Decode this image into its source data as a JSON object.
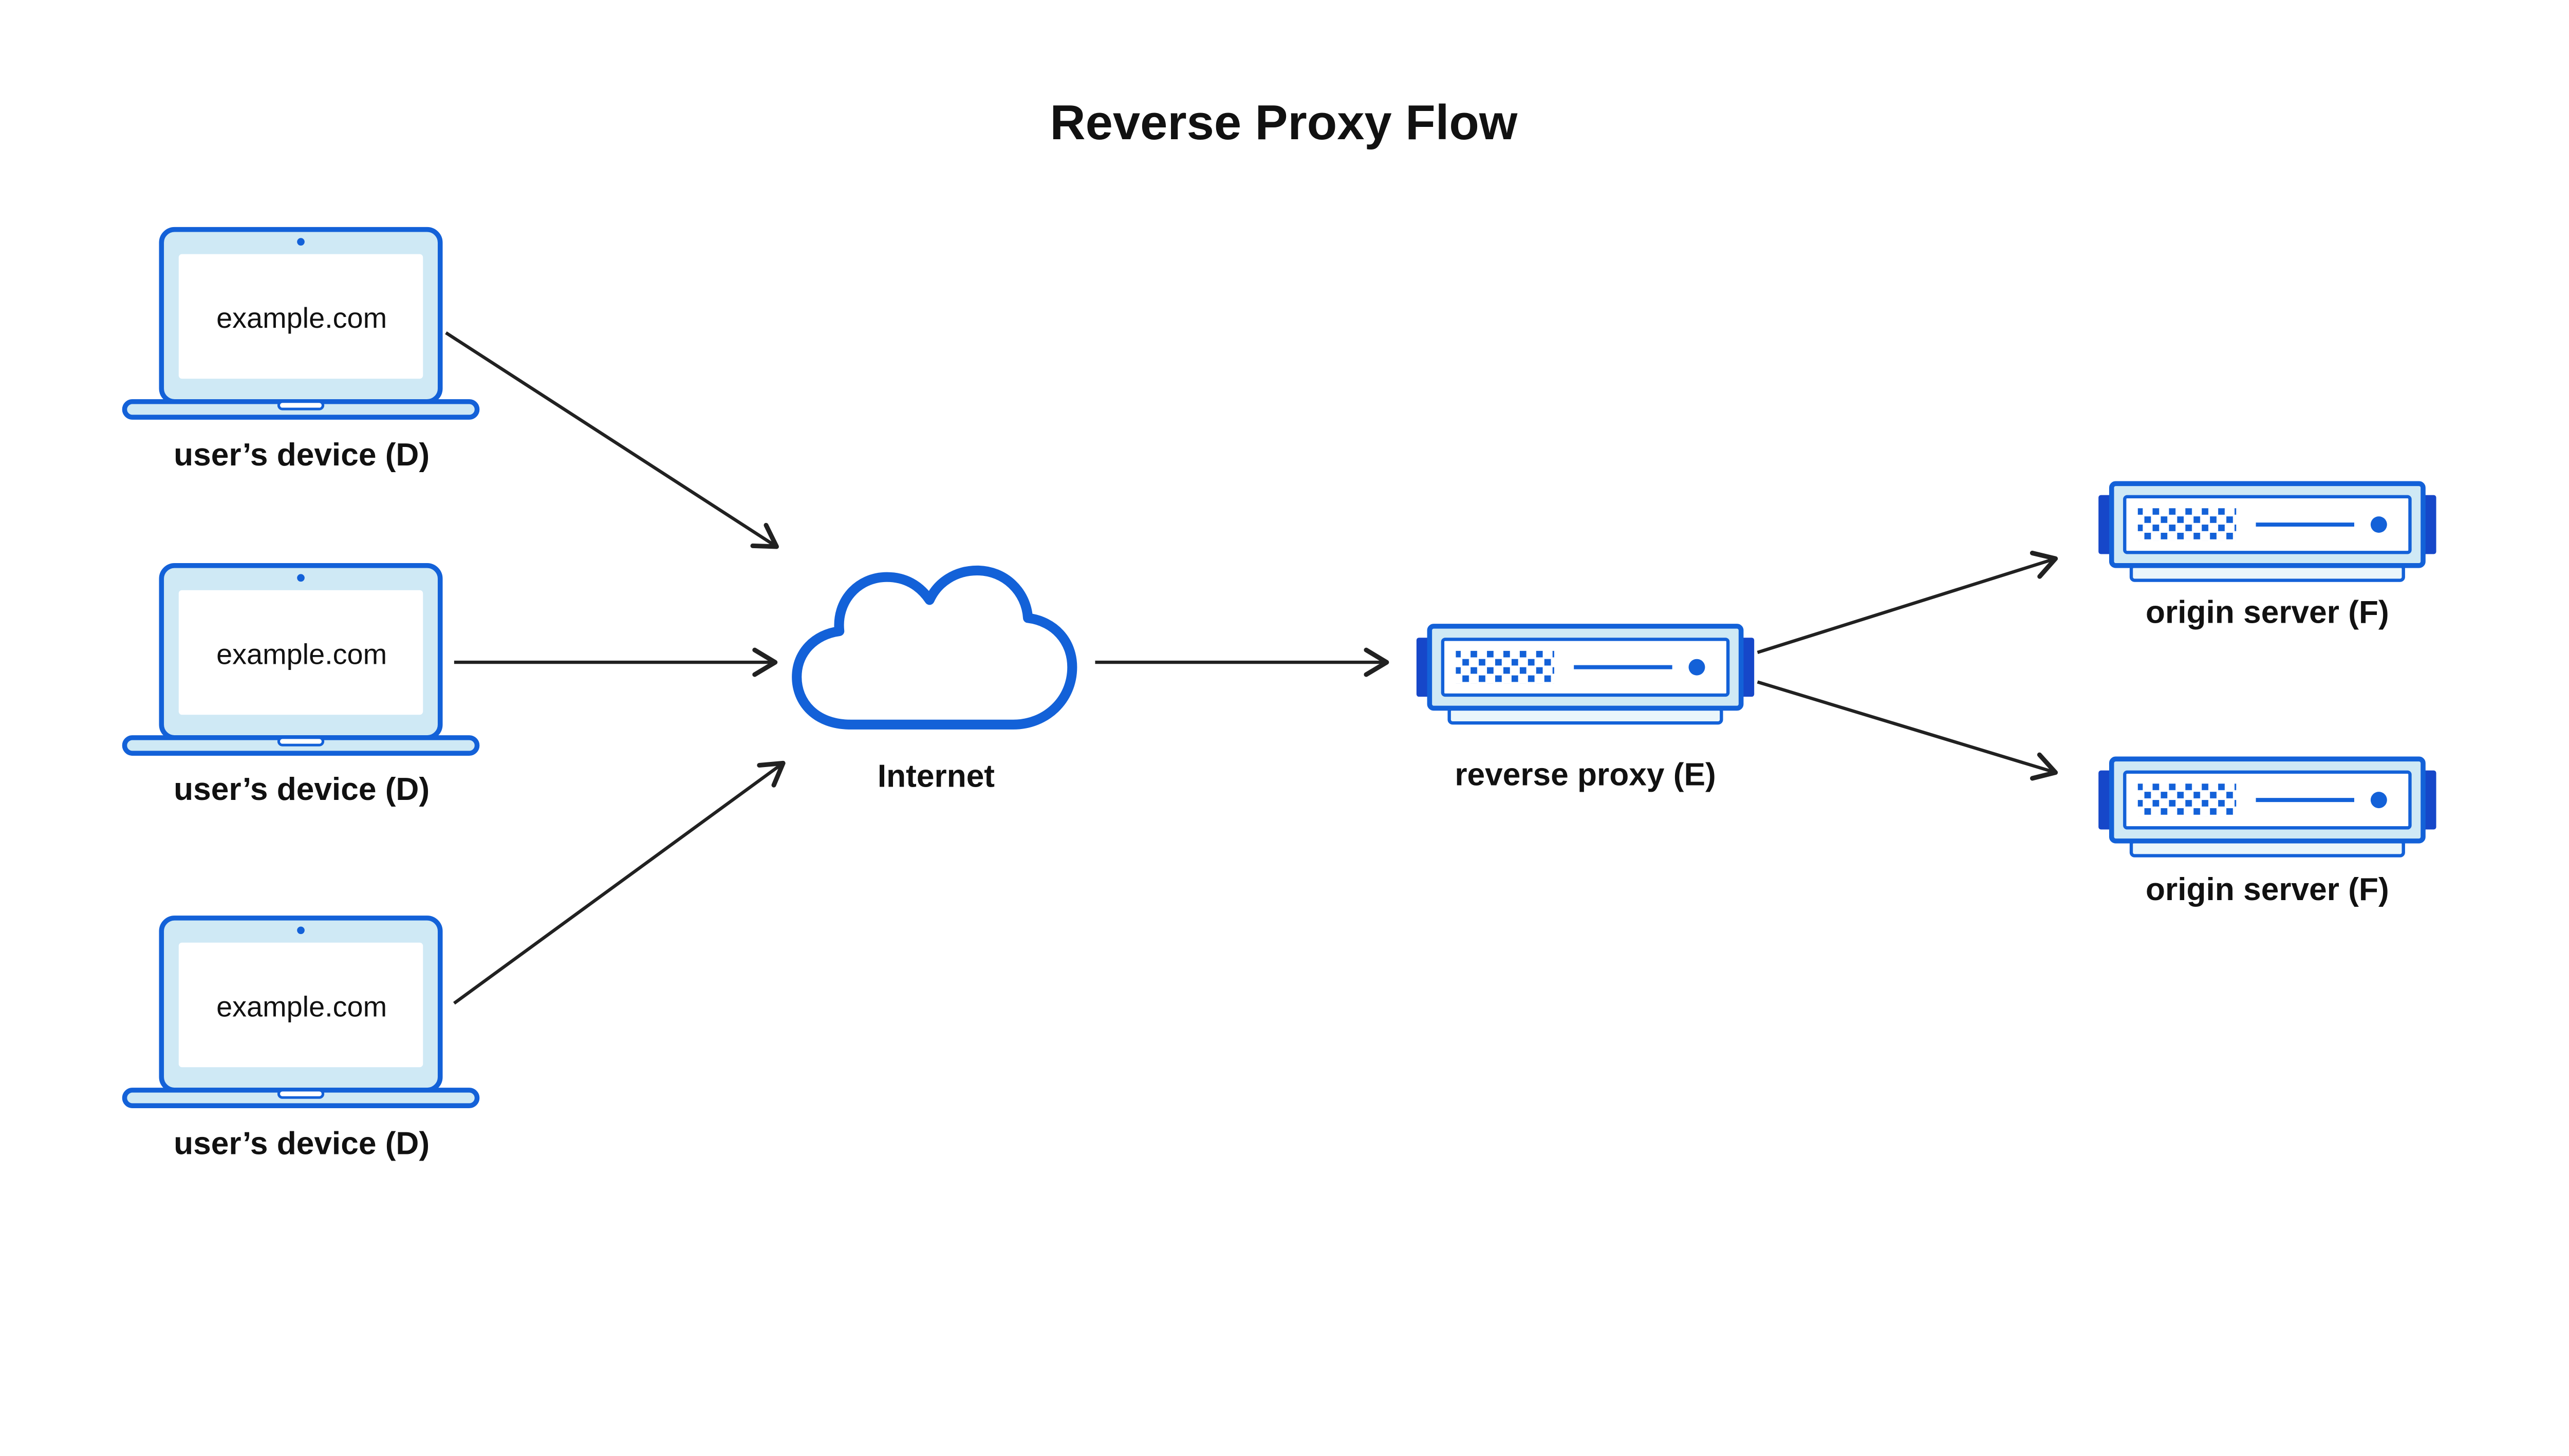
{
  "diagram": {
    "title": "Reverse Proxy Flow",
    "devices": [
      {
        "screen_label": "example.com",
        "caption": "user’s device (D)"
      },
      {
        "screen_label": "example.com",
        "caption": "user’s device (D)"
      },
      {
        "screen_label": "example.com",
        "caption": "user’s device (D)"
      }
    ],
    "internet": {
      "label": "Internet"
    },
    "proxy": {
      "label": "reverse proxy (E)"
    },
    "origin_servers": [
      {
        "label": "origin server (F)"
      },
      {
        "label": "origin server (F)"
      }
    ],
    "icons": {
      "device": "laptop-icon",
      "internet": "cloud-icon",
      "proxy": "server-icon",
      "origin": "server-icon"
    },
    "colors": {
      "accent": "#1361d8",
      "dark": "#1647c9",
      "light": "#cfe9f5",
      "paper": "#ffffff",
      "ink": "#111111",
      "arrow": "#212121"
    }
  }
}
